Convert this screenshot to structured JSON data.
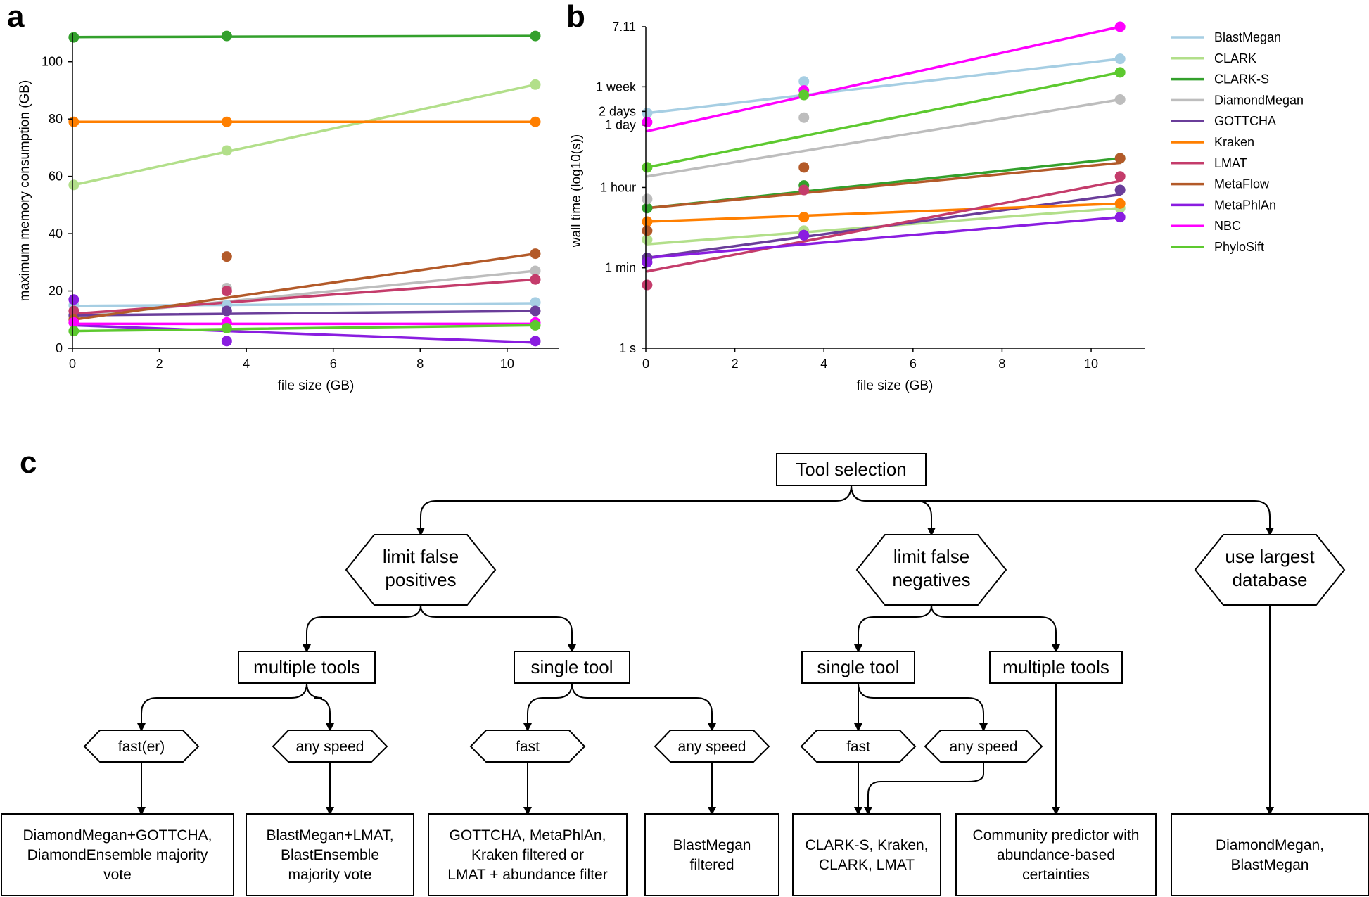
{
  "chart_data": [
    {
      "panel": "a",
      "type": "scatter",
      "xlabel": "file size (GB)",
      "ylabel": "maximum memory consumption (GB)",
      "xlim": [
        0,
        11.2
      ],
      "ylim": [
        0,
        110
      ],
      "xticks": [
        "0",
        "2",
        "4",
        "6",
        "8",
        "10"
      ],
      "yticks": [
        "0",
        "20",
        "40",
        "60",
        "80",
        "100"
      ],
      "x": [
        0.03,
        3.55,
        10.65
      ],
      "series": [
        {
          "name": "BlastMegan",
          "color": "#a6cee3",
          "values": [
            15,
            15,
            16
          ],
          "fit": [
            14.8,
            15.7
          ]
        },
        {
          "name": "CLARK",
          "color": "#b2df8a",
          "values": [
            57,
            69,
            92
          ],
          "fit": [
            57,
            92
          ]
        },
        {
          "name": "CLARK-S",
          "color": "#33a02c",
          "values": [
            108.5,
            109,
            109
          ],
          "fit": [
            108.6,
            109
          ]
        },
        {
          "name": "DiamondMegan",
          "color": "#bdbdbd",
          "values": [
            11,
            21,
            27
          ],
          "fit": [
            11,
            27
          ]
        },
        {
          "name": "GOTTCHA",
          "color": "#6a3d9a",
          "values": [
            11.5,
            13,
            13
          ],
          "fit": [
            11.5,
            13
          ]
        },
        {
          "name": "Kraken",
          "color": "#ff7f00",
          "values": [
            79,
            79,
            79
          ],
          "fit": [
            79,
            79
          ]
        },
        {
          "name": "LMAT",
          "color": "#c43c6b",
          "values": [
            13,
            20,
            24
          ],
          "fit": [
            12,
            24
          ]
        },
        {
          "name": "MetaFlow",
          "color": "#b35a29",
          "values": [
            10,
            32,
            33
          ],
          "fit": [
            10,
            33
          ]
        },
        {
          "name": "MetaPhlAn",
          "color": "#8a1de0",
          "values": [
            17,
            2.5,
            2.5
          ],
          "fit": [
            8,
            2
          ]
        },
        {
          "name": "NBC",
          "color": "#ff00ff",
          "values": [
            9,
            9,
            9
          ],
          "fit": [
            8.5,
            8.5
          ]
        },
        {
          "name": "PhyloSift",
          "color": "#5dc92f",
          "values": [
            6,
            7,
            8
          ],
          "fit": [
            6,
            8
          ]
        }
      ]
    },
    {
      "panel": "b",
      "type": "scatter",
      "xlabel": "file size (GB)",
      "ylabel": "wall time (log10(s))",
      "xlim": [
        0,
        11.2
      ],
      "ylim": [
        0,
        7.11
      ],
      "xticks": [
        "0",
        "2",
        "4",
        "6",
        "8",
        "10"
      ],
      "yticks": [
        {
          "label": "1 s",
          "value": 0
        },
        {
          "label": "1 min",
          "value": 1.778
        },
        {
          "label": "1 hour",
          "value": 3.556
        },
        {
          "label": "1 day",
          "value": 4.937
        },
        {
          "label": "2 days",
          "value": 5.237
        },
        {
          "label": "1 week",
          "value": 5.782
        },
        {
          "label": "7.11",
          "value": 7.11
        }
      ],
      "x": [
        0.03,
        3.55,
        10.65
      ],
      "series": [
        {
          "name": "BlastMegan",
          "color": "#a6cee3",
          "values": [
            5.2,
            5.9,
            6.4
          ],
          "fit": [
            5.2,
            6.4
          ]
        },
        {
          "name": "CLARK",
          "color": "#b2df8a",
          "values": [
            2.4,
            2.6,
            3.1
          ],
          "fit": [
            2.3,
            3.1
          ]
        },
        {
          "name": "CLARK-S",
          "color": "#33a02c",
          "values": [
            3.1,
            3.6,
            4.2
          ],
          "fit": [
            3.1,
            4.2
          ]
        },
        {
          "name": "DiamondMegan",
          "color": "#bdbdbd",
          "values": [
            3.3,
            5.1,
            5.5
          ],
          "fit": [
            3.8,
            5.5
          ]
        },
        {
          "name": "GOTTCHA",
          "color": "#6a3d9a",
          "values": [
            2.0,
            2.5,
            3.5
          ],
          "fit": [
            2.0,
            3.4
          ]
        },
        {
          "name": "Kraken",
          "color": "#ff7f00",
          "values": [
            2.8,
            2.9,
            3.2
          ],
          "fit": [
            2.8,
            3.2
          ]
        },
        {
          "name": "LMAT",
          "color": "#c43c6b",
          "values": [
            1.4,
            3.5,
            3.8
          ],
          "fit": [
            1.7,
            3.7
          ]
        },
        {
          "name": "MetaFlow",
          "color": "#b35a29",
          "values": [
            2.6,
            4.0,
            4.2
          ],
          "fit": [
            3.1,
            4.1
          ]
        },
        {
          "name": "MetaPhlAn",
          "color": "#8a1de0",
          "values": [
            1.9,
            2.5,
            2.9
          ],
          "fit": [
            2.0,
            2.9
          ]
        },
        {
          "name": "NBC",
          "color": "#ff00ff",
          "values": [
            5.0,
            5.7,
            7.11
          ],
          "fit": [
            4.8,
            7.11
          ]
        },
        {
          "name": "PhyloSift",
          "color": "#5dc92f",
          "values": [
            4.0,
            5.6,
            6.1
          ],
          "fit": [
            4.0,
            6.1
          ]
        }
      ]
    }
  ],
  "panels": {
    "a": "a",
    "b": "b",
    "c": "c"
  },
  "flowchart": {
    "root": "Tool selection",
    "limit_fp": "limit false positives",
    "limit_fn": "limit false negatives",
    "largest_db": "use largest database",
    "fp_multiple": "multiple tools",
    "fp_single": "single tool",
    "fn_single": "single tool",
    "fn_multiple": "multiple tools",
    "fp_multi_fast": "fast(er)",
    "fp_multi_any": "any speed",
    "fp_single_fast": "fast",
    "fp_single_any": "any speed",
    "fn_single_fast": "fast",
    "fn_single_any": "any speed",
    "leaf1": "DiamondMegan+GOTTCHA, DiamondEnsemble majority vote",
    "leaf2": "BlastMegan+LMAT, BlastEnsemble majority vote",
    "leaf3": "GOTTCHA, MetaPhlAn, Kraken filtered or LMAT + abundance filter",
    "leaf4": "BlastMegan filtered",
    "leaf5": "CLARK-S, Kraken, CLARK, LMAT",
    "leaf6": "Community predictor with abundance-based certainties",
    "leaf7": "DiamondMegan, BlastMegan"
  }
}
